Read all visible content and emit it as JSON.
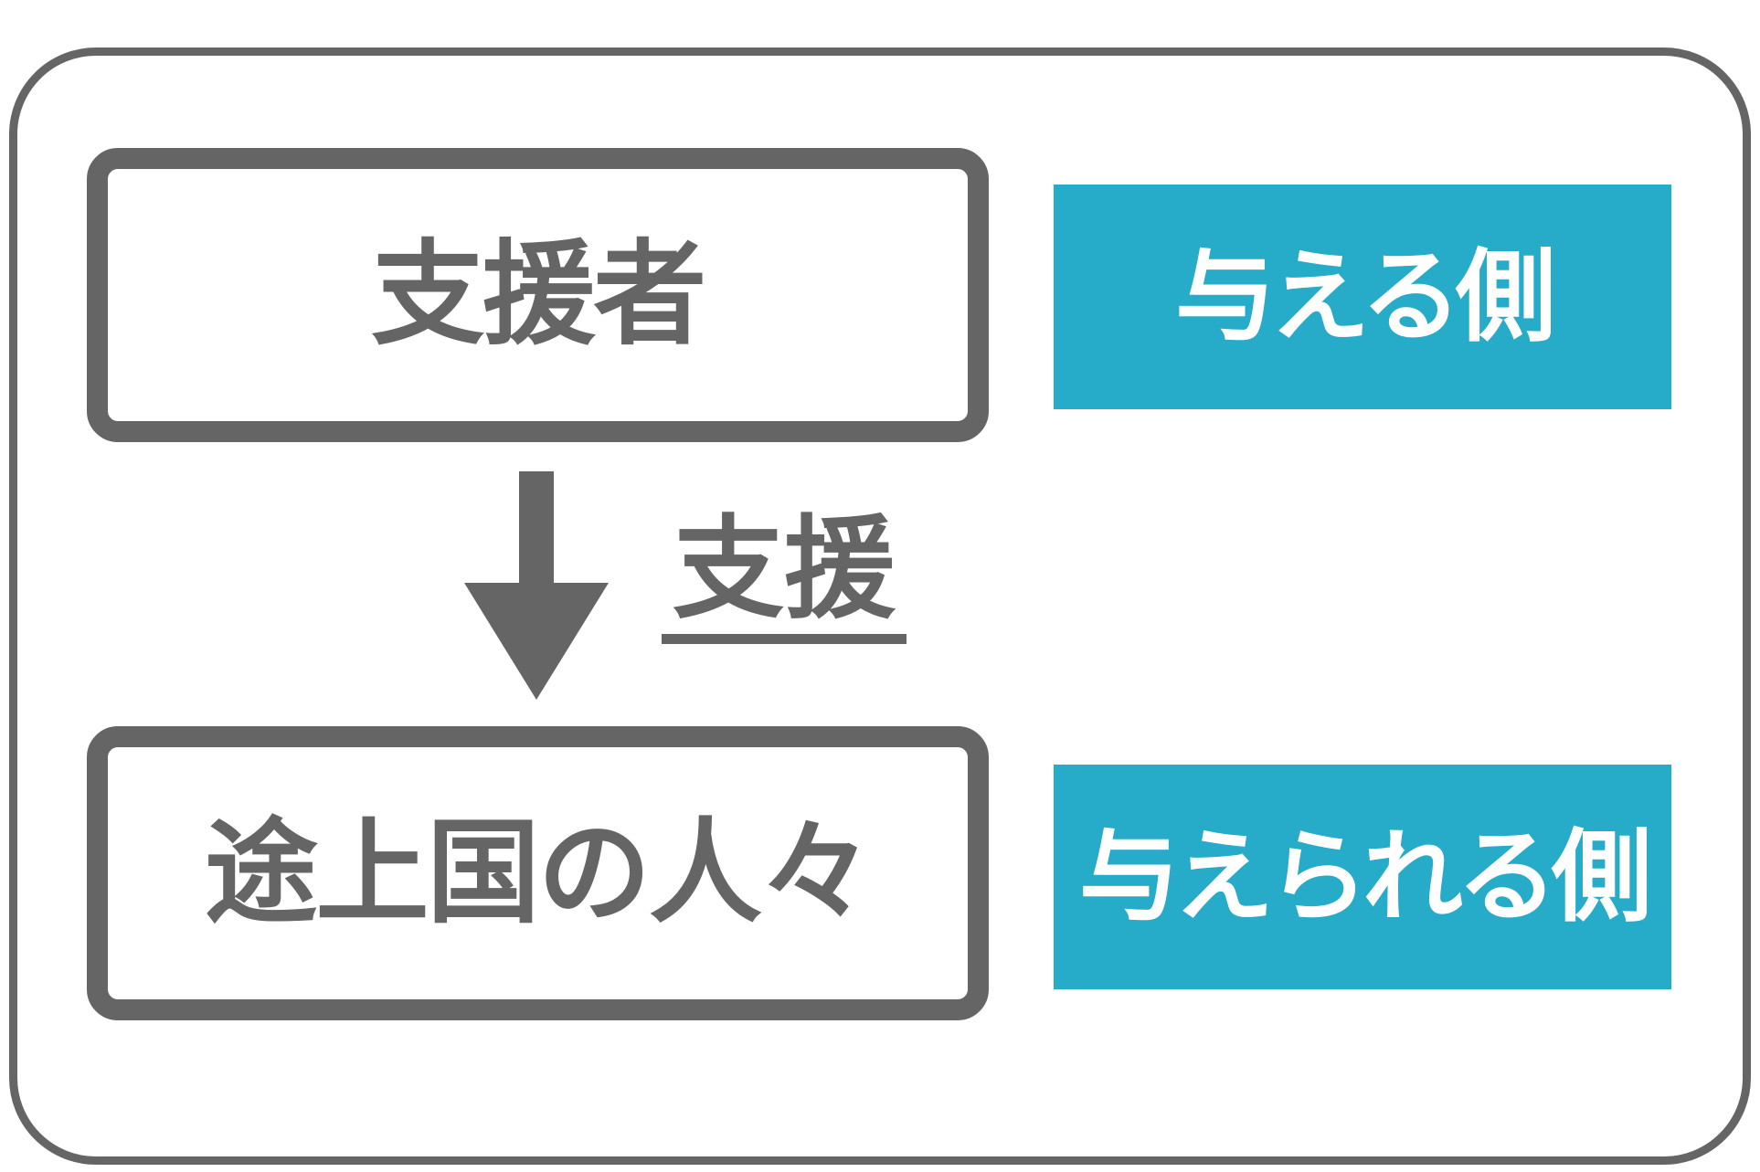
{
  "top_box": {
    "label": "支援者"
  },
  "top_tag": {
    "label": "与える側"
  },
  "arrow": {
    "label": "支援",
    "direction": "down"
  },
  "bottom_box": {
    "label": "途上国の人々"
  },
  "bottom_tag": {
    "label": "与えられる側"
  },
  "colors": {
    "outline_gray": "#656565",
    "accent_teal": "#26ABC9",
    "text_on_teal": "#FFFFFF",
    "background": "#FFFFFF"
  }
}
